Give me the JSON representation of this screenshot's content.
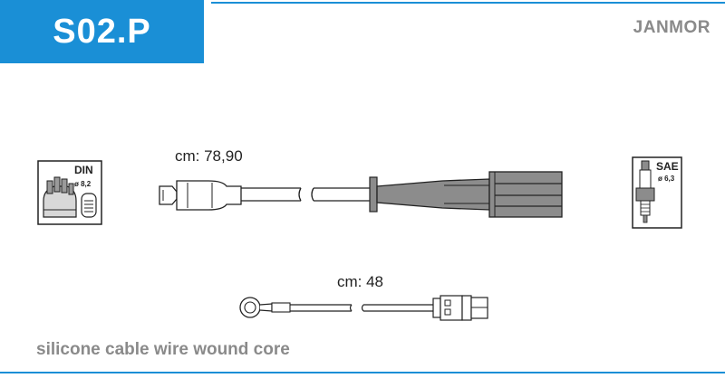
{
  "header": {
    "part_code": "S02.P",
    "brand": "JANMOR"
  },
  "cable_main": {
    "length_label": "cm: 78,90"
  },
  "cable_short": {
    "length_label": "cm: 48"
  },
  "distributor_icon": {
    "standard": "DIN",
    "diameter": "ø 8,2"
  },
  "plug_icon": {
    "standard": "SAE",
    "diameter": "ø 6,3"
  },
  "footer": {
    "description": "silicone cable wire wound core"
  },
  "colors": {
    "accent": "#1a8fd6",
    "grey_text": "#8a8a8a",
    "part_fill": "#8c8c8c"
  }
}
